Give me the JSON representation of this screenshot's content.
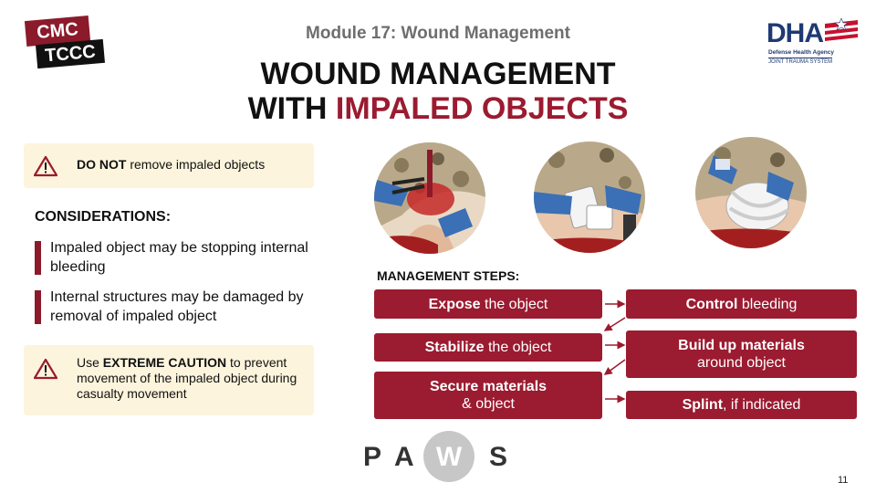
{
  "logos": {
    "cmc_line1": "CMC",
    "cmc_line2": "TCCC",
    "dha_letters": "DHA",
    "dha_agency": "Defense Health Agency",
    "dha_system": "JOINT TRAUMA SYSTEM"
  },
  "header": {
    "module": "Module 17: Wound Management",
    "title_line1": "WOUND MANAGEMENT",
    "title_line2_prefix": "WITH ",
    "title_line2_accent": "IMPALED OBJECTS"
  },
  "warnings": {
    "first_bold": "DO NOT",
    "first_rest": " remove impaled objects",
    "second_prefix": "Use ",
    "second_bold": "EXTREME CAUTION",
    "second_rest": " to prevent movement of the impaled object during casualty movement"
  },
  "considerations": {
    "heading": "CONSIDERATIONS:",
    "items": [
      "Impaled object may be stopping internal bleeding",
      "Internal structures may be damaged by removal of impaled object"
    ]
  },
  "steps": {
    "heading": "MANAGEMENT STEPS:",
    "s1_bold": "Expose",
    "s1_rest": " the object",
    "s2_bold": "Stabilize",
    "s2_rest": " the object",
    "s3_bold": "Secure materials",
    "s3_rest": "& object",
    "s4_bold": "Control",
    "s4_rest": " bleeding",
    "s5_bold": "Build up materials",
    "s5_rest": "around object",
    "s6_bold": "Splint",
    "s6_rest": ", if indicated"
  },
  "paws": {
    "p": "P",
    "a": "A",
    "w": "W",
    "s": "S"
  },
  "page_number": "11",
  "colors": {
    "accent": "#9b1b30",
    "warning_bg": "#fcf4dc",
    "dha_blue": "#1f3a73"
  }
}
